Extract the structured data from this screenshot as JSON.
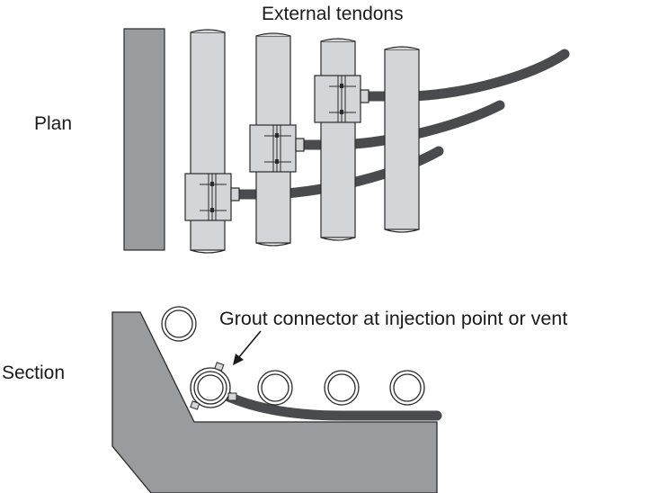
{
  "labels": {
    "title": "External tendons",
    "plan": "Plan",
    "section": "Section",
    "grout_connector": "Grout connector at injection point or vent"
  },
  "colors": {
    "concrete": "#9a9b9f",
    "duct": "#d4d5d8",
    "tendon": "#4a4b4e",
    "outline": "#2a2a2a"
  }
}
